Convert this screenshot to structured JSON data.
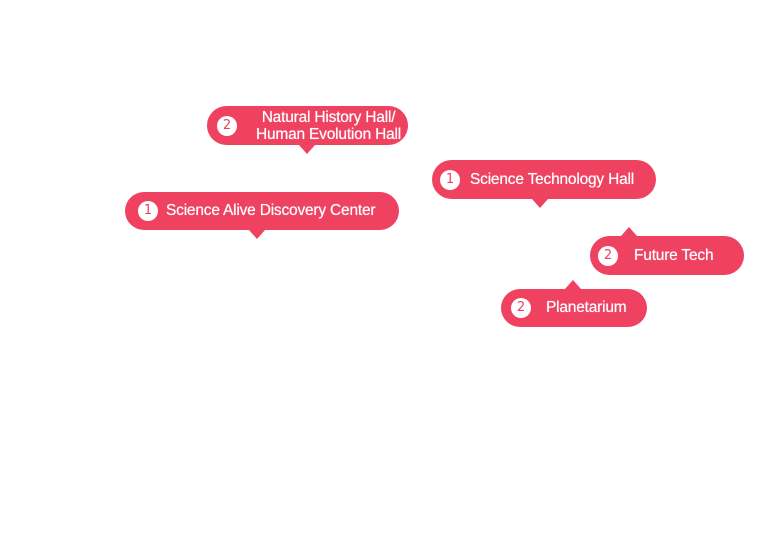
{
  "map": {
    "labels": [
      {
        "id": "natural-history",
        "number": "2",
        "text": "Natural History Hall/ Human Evolution Hall",
        "pointer": "down"
      },
      {
        "id": "science-alive",
        "number": "1",
        "text": "Science Alive Discovery Center",
        "pointer": "down"
      },
      {
        "id": "science-tech",
        "number": "1",
        "text": "Science Technology Hall",
        "pointer": "down"
      },
      {
        "id": "future-tech",
        "number": "2",
        "text": "Future Tech",
        "pointer": "up"
      },
      {
        "id": "planetarium",
        "number": "2",
        "text": "Planetarium",
        "pointer": "up"
      }
    ],
    "colors": {
      "label_background": "#ef4160",
      "label_text": "#ffffff",
      "page_background": "#ffffff"
    }
  }
}
